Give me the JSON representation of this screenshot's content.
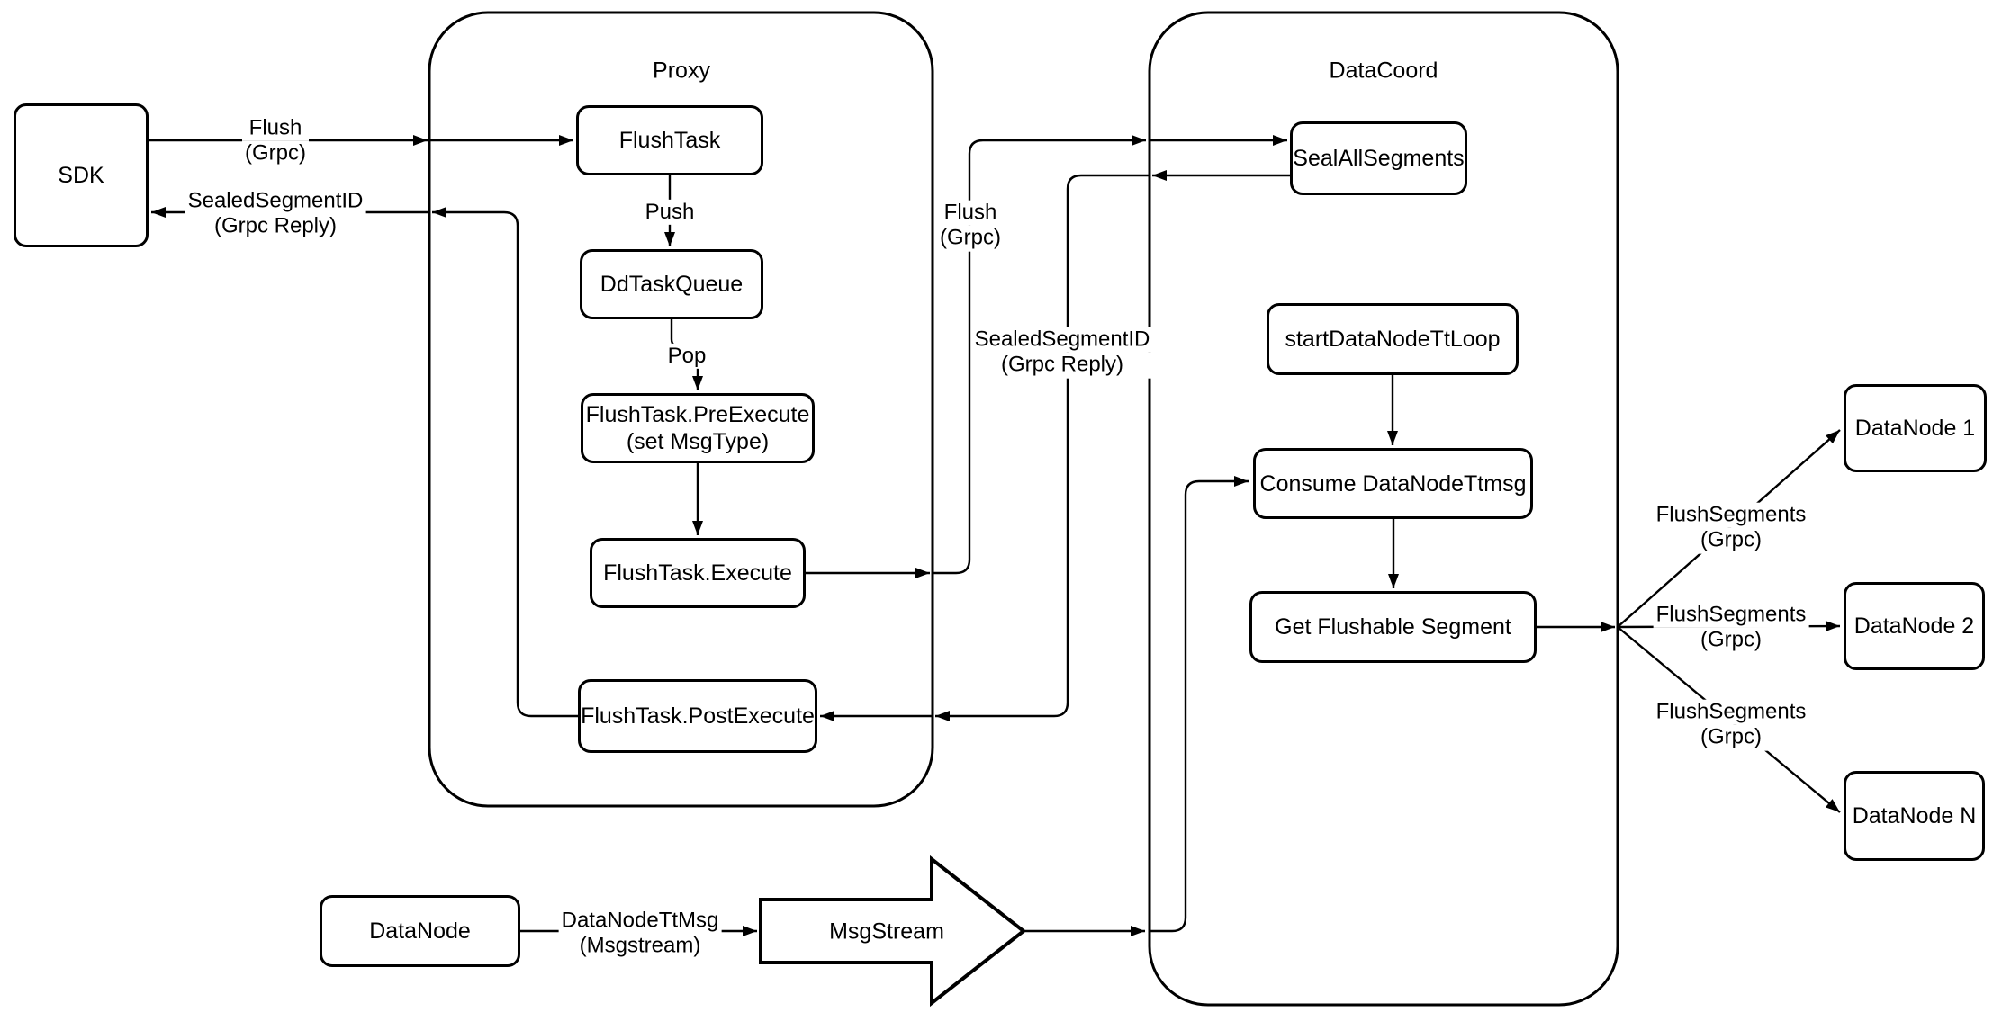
{
  "colors": {
    "background": "#ffffff",
    "stroke": "#000000"
  },
  "containers": {
    "proxy": {
      "title": "Proxy"
    },
    "datacoord": {
      "title": "DataCoord"
    }
  },
  "nodes": {
    "sdk": {
      "label": "SDK"
    },
    "flush_task": {
      "label": "FlushTask"
    },
    "dd_task_queue": {
      "label": "DdTaskQueue"
    },
    "flush_task_pre_execute": {
      "line1": "FlushTask.PreExecute",
      "line2": "(set MsgType)"
    },
    "flush_task_execute": {
      "label": "FlushTask.Execute"
    },
    "flush_task_post_execute": {
      "label": "FlushTask.PostExecute"
    },
    "seal_all_segments": {
      "label": "SealAllSegments"
    },
    "start_data_node_tt_loop": {
      "label": "startDataNodeTtLoop"
    },
    "consume_data_node_ttmsg": {
      "label": "Consume DataNodeTtmsg"
    },
    "get_flushable_segment": {
      "label": "Get Flushable Segment"
    },
    "data_node": {
      "label": "DataNode"
    },
    "msg_stream": {
      "label": "MsgStream"
    },
    "data_node_1": {
      "label": "DataNode 1"
    },
    "data_node_2": {
      "label": "DataNode 2"
    },
    "data_node_n": {
      "label": "DataNode N"
    }
  },
  "edge_labels": {
    "flush_grpc_sdk_proxy": {
      "line1": "Flush",
      "line2": "(Grpc)"
    },
    "sealed_segment_id_proxy_sdk": {
      "line1": "SealedSegmentID",
      "line2": "(Grpc Reply)"
    },
    "push": {
      "line1": "Push"
    },
    "pop": {
      "line1": "Pop"
    },
    "flush_grpc_proxy_datacoord": {
      "line1": "Flush",
      "line2": "(Grpc)"
    },
    "sealed_segment_id_datacoord_proxy": {
      "line1": "SealedSegmentID",
      "line2": "(Grpc Reply)"
    },
    "data_node_tt_msg": {
      "line1": "DataNodeTtMsg",
      "line2": "(Msgstream)"
    },
    "flush_segments_1": {
      "line1": "FlushSegments",
      "line2": "(Grpc)"
    },
    "flush_segments_2": {
      "line1": "FlushSegments",
      "line2": "(Grpc)"
    },
    "flush_segments_3": {
      "line1": "FlushSegments",
      "line2": "(Grpc)"
    }
  }
}
